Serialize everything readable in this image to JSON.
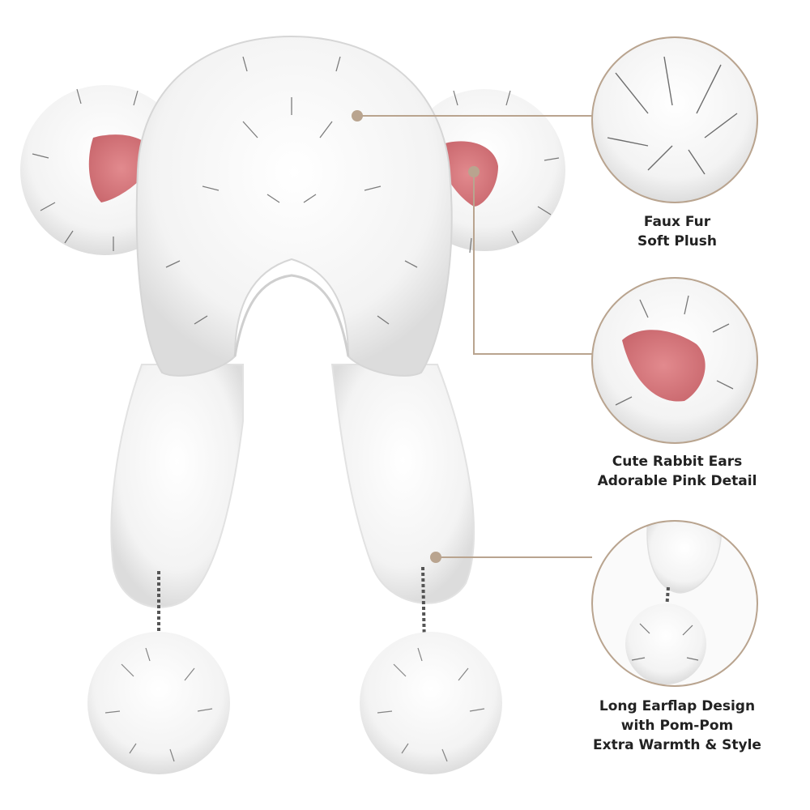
{
  "features": [
    {
      "line1": "Faux Fur",
      "line2": "Soft Plush"
    },
    {
      "line1": "Cute Rabbit Ears",
      "line2": "Adorable Pink Detail"
    },
    {
      "line1": "Long Earflap Design",
      "line2": "with Pom-Pom",
      "line3": "Extra Warmth & Style"
    }
  ],
  "colors": {
    "fur": "#f6f6f6",
    "fur_tips": "#3a3a3a",
    "ear_inner": "#d9777c",
    "callout": "#b9a48f"
  }
}
